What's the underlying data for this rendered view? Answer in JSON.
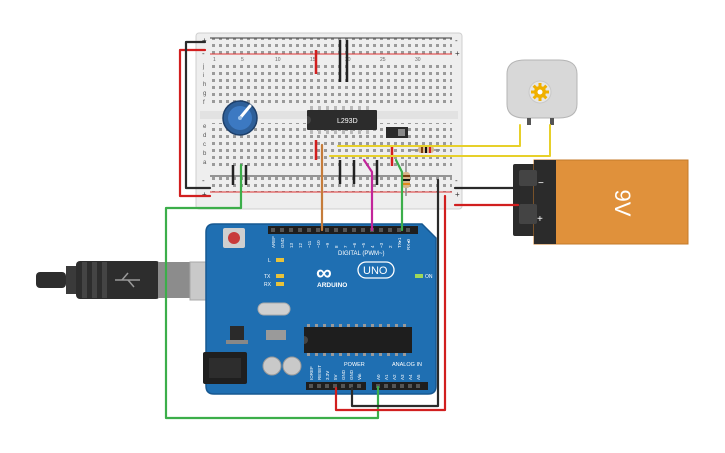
{
  "breadboard": {
    "rail_plus": "+",
    "rail_minus": "-",
    "rows_top": [
      "j",
      "i",
      "h",
      "g",
      "f"
    ],
    "rows_bottom": [
      "e",
      "d",
      "c",
      "b",
      "a"
    ],
    "columns": [
      "1",
      "5",
      "10",
      "15",
      "20",
      "25",
      "30"
    ]
  },
  "chip": {
    "label": "L293D"
  },
  "battery": {
    "label": "9V",
    "terminal_minus": "−",
    "terminal_plus": "+"
  },
  "arduino": {
    "logo": "∞",
    "brand": "ARDUINO",
    "model": "UNO",
    "digital_label": "DIGITAL (PWM~)",
    "digital_pins": [
      "AREF",
      "GND",
      "13",
      "12",
      "~11",
      "~10",
      "~9",
      "8",
      "7",
      "~6",
      "~5",
      "4",
      "~3",
      "2",
      "TX▸1",
      "RX◂0"
    ],
    "power_label": "POWER",
    "power_pins": [
      "IOREF",
      "RESET",
      "3.3V",
      "5V",
      "GND",
      "GND",
      "Vin"
    ],
    "analog_label": "ANALOG IN",
    "analog_pins": [
      "A0",
      "A1",
      "A2",
      "A3",
      "A4",
      "A5"
    ],
    "led_l": "L",
    "led_tx": "TX",
    "led_rx": "RX",
    "led_on": "ON"
  },
  "colors": {
    "board": "#1f6fb2",
    "wire_red": "#d11f1f",
    "wire_black": "#2a2a2a",
    "wire_green": "#3cae4a",
    "wire_yellow": "#e7d02a",
    "wire_orange": "#c57c3a",
    "wire_magenta": "#c2259a",
    "battery_orange": "#e0913b"
  }
}
